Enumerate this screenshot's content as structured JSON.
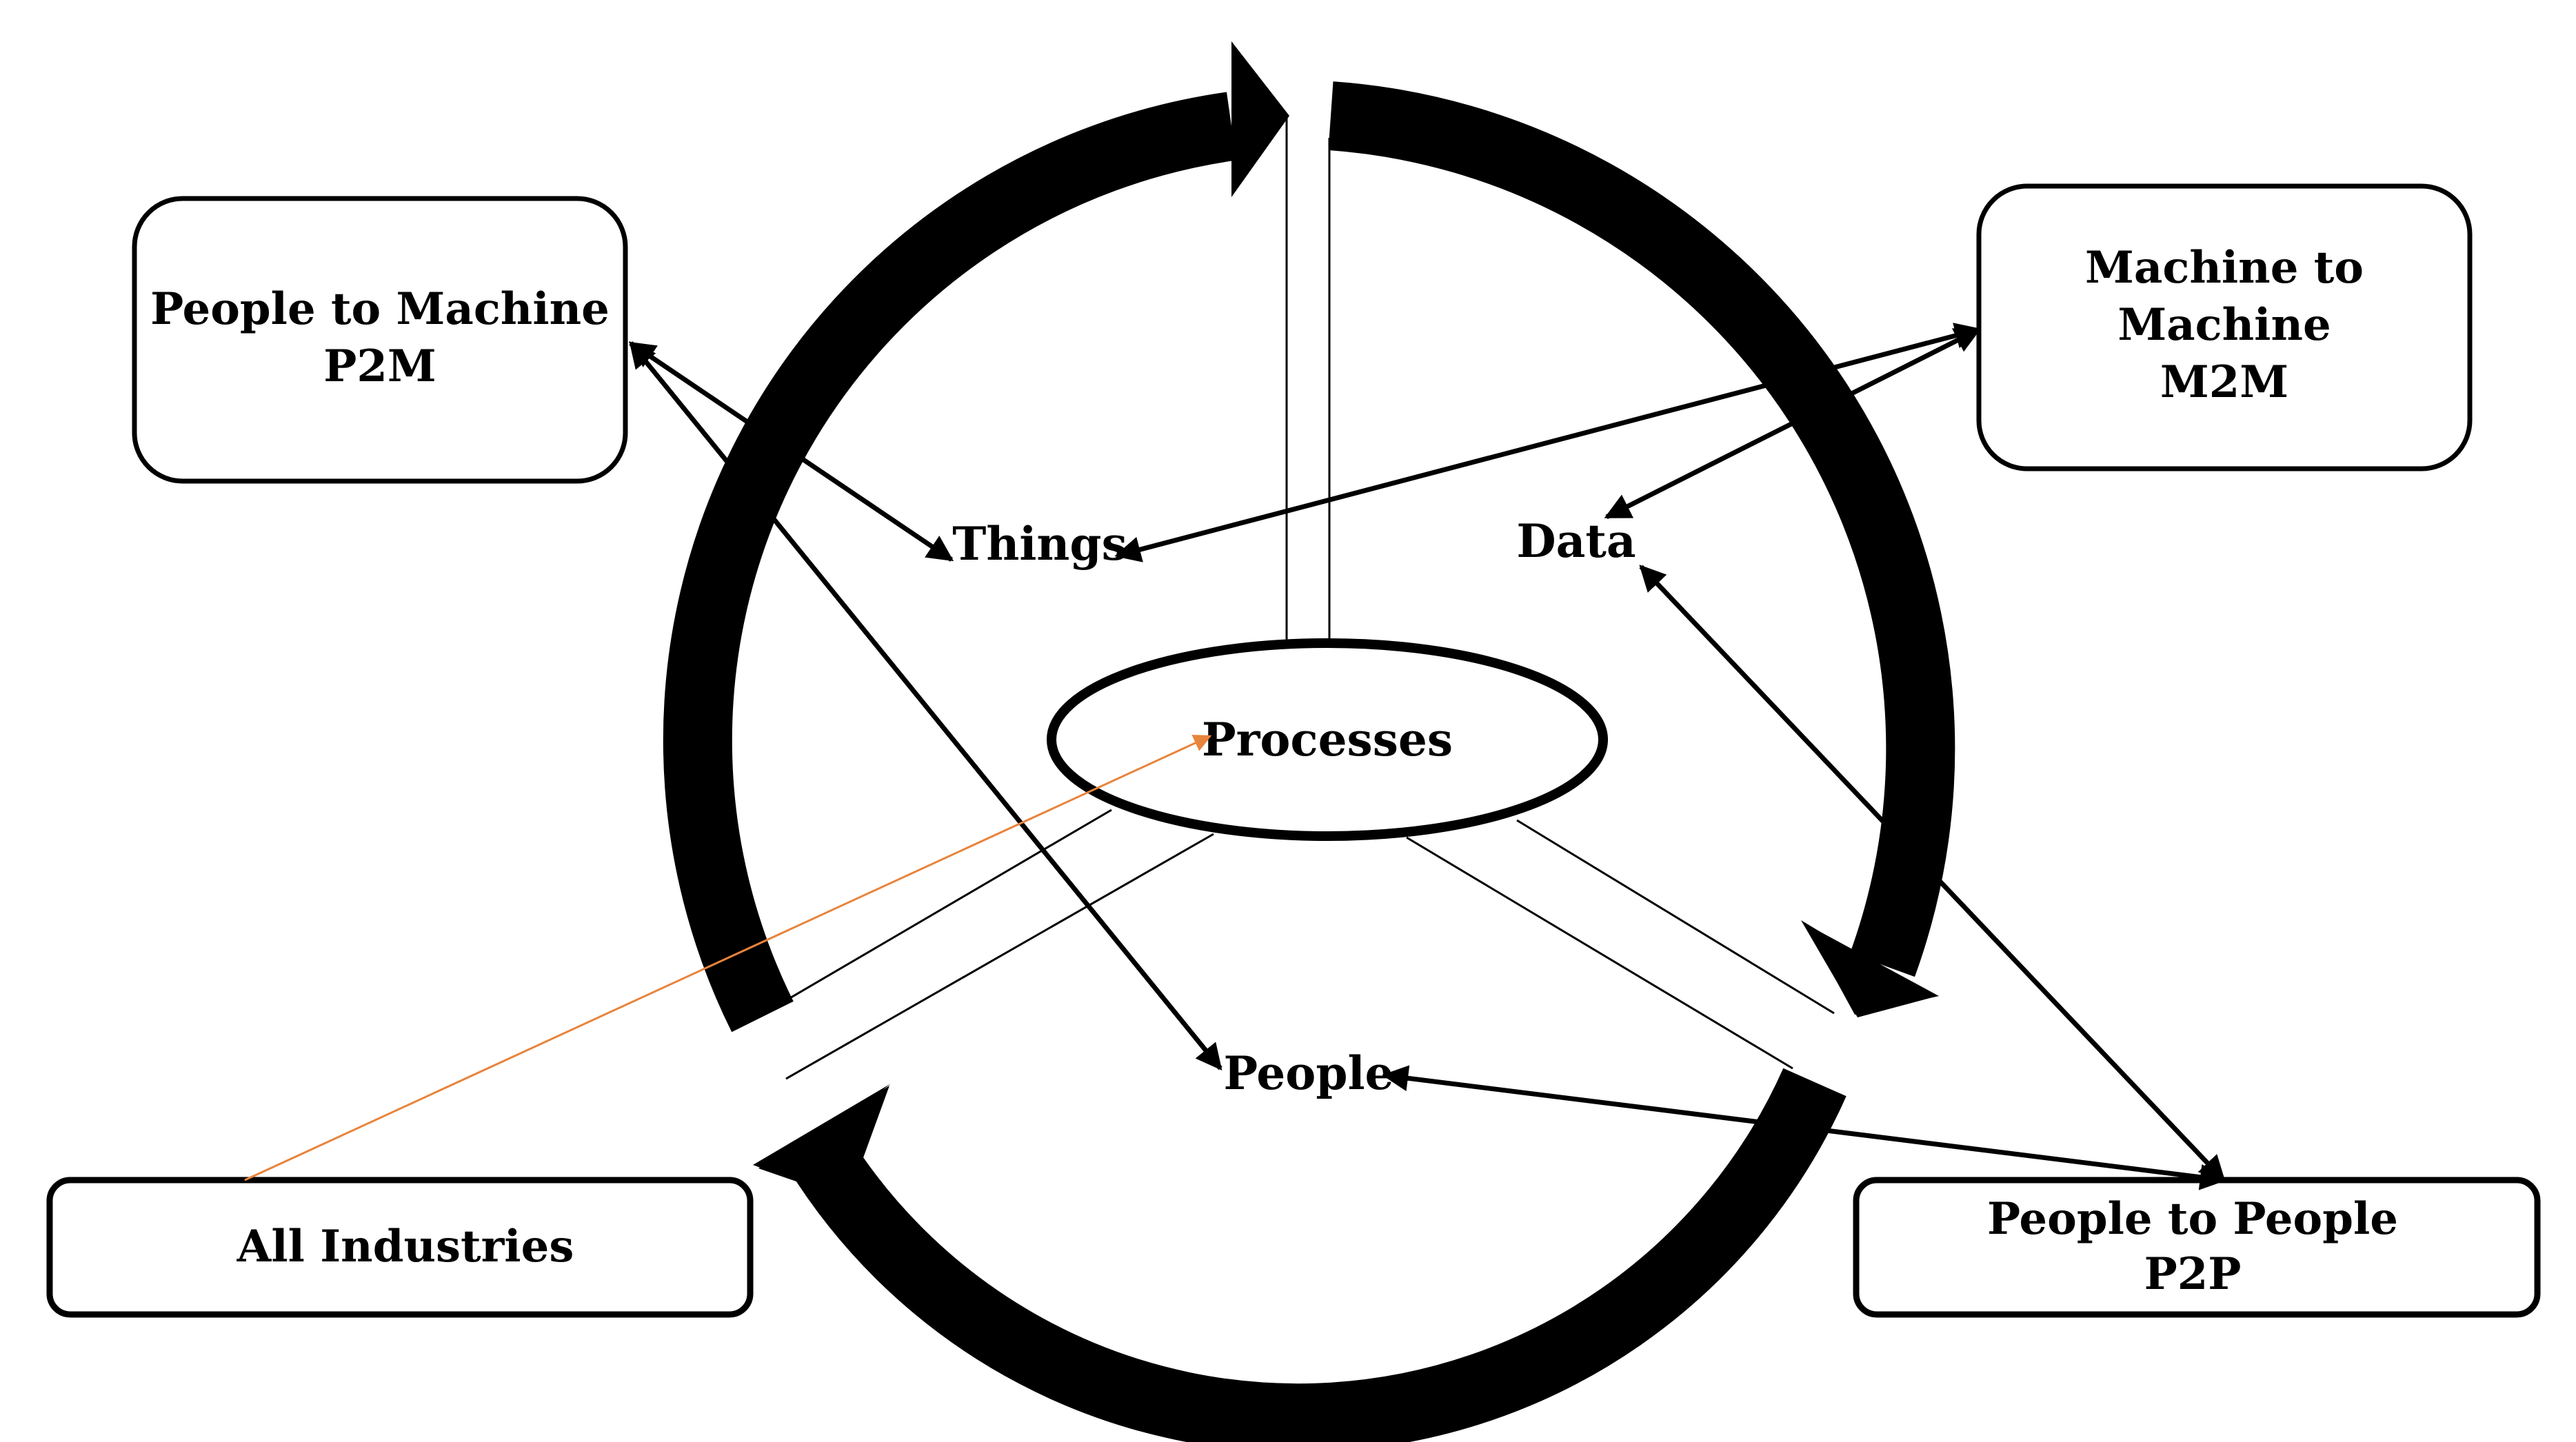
{
  "diagram": {
    "boxes": {
      "p2m": {
        "line1": "People to Machine",
        "line2": "P2M"
      },
      "m2m": {
        "line1": "Machine to",
        "line2": "Machine",
        "line3": "M2M"
      },
      "all_industries": {
        "line1": "All Industries"
      },
      "p2p": {
        "line1": "People to People",
        "line2": "P2P"
      }
    },
    "nodes": {
      "things": "Things",
      "data": "Data",
      "people": "People",
      "processes": "Processes"
    },
    "colors": {
      "stroke": "#000000",
      "background": "#ffffff",
      "accent_arrow": "#e8843c"
    }
  }
}
